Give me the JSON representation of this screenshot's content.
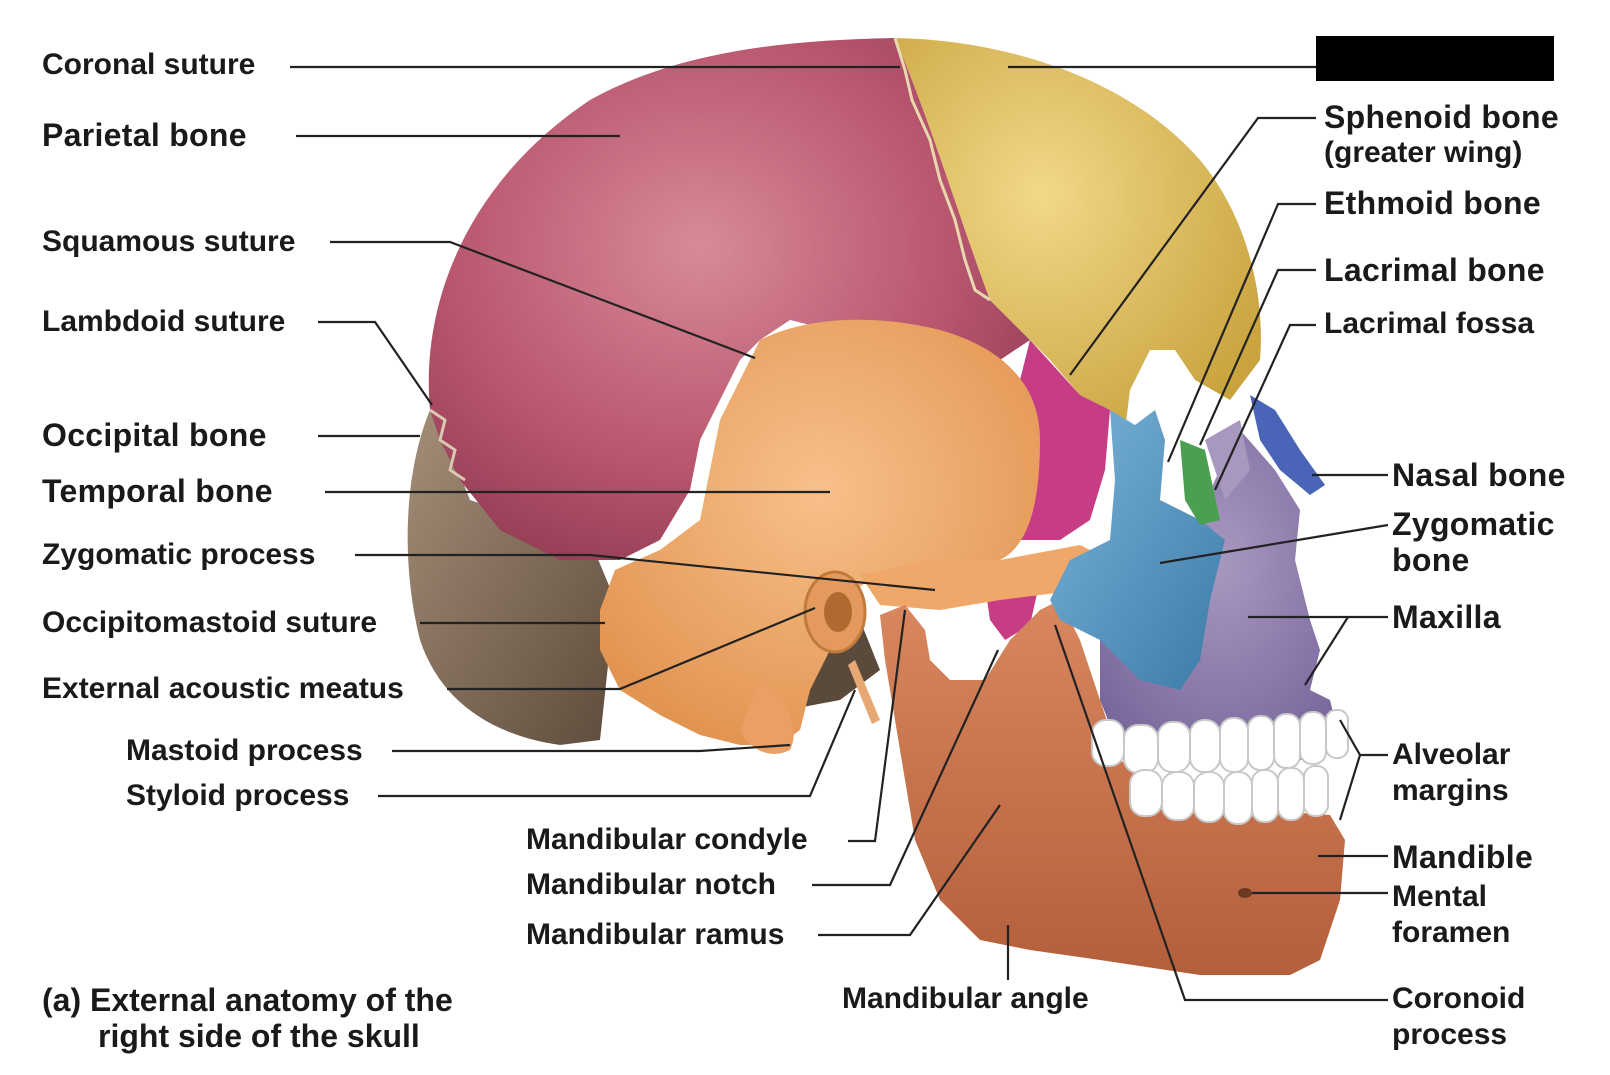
{
  "labels": {
    "coronal_suture": "Coronal suture",
    "parietal_bone": "Parietal bone",
    "squamous_suture": "Squamous suture",
    "lambdoid_suture": "Lambdoid suture",
    "occipital_bone": "Occipital bone",
    "temporal_bone": "Temporal bone",
    "zygomatic_process": "Zygomatic process",
    "occipitomastoid_suture": "Occipitomastoid suture",
    "external_acoustic_meatus": "External acoustic meatus",
    "mastoid_process": "Mastoid process",
    "styloid_process": "Styloid process",
    "mandibular_condyle": "Mandibular condyle",
    "mandibular_notch": "Mandibular notch",
    "mandibular_ramus": "Mandibular ramus",
    "mandibular_angle": "Mandibular angle",
    "sphenoid_bone_line1": "Sphenoid bone",
    "sphenoid_bone_line2": "(greater wing)",
    "ethmoid_bone": "Ethmoid bone",
    "lacrimal_bone": "Lacrimal bone",
    "lacrimal_fossa": "Lacrimal fossa",
    "nasal_bone": "Nasal bone",
    "zygomatic_bone_line1": "Zygomatic",
    "zygomatic_bone_line2": "bone",
    "maxilla": "Maxilla",
    "alveolar_margins_line1": "Alveolar",
    "alveolar_margins_line2": "margins",
    "mandible": "Mandible",
    "mental_foramen_line1": "Mental",
    "mental_foramen_line2": "foramen",
    "coronoid_process_line1": "Coronoid",
    "coronoid_process_line2": "process"
  },
  "caption": {
    "line1": "(a) External anatomy of the",
    "line2": "right side of the skull"
  },
  "colors": {
    "parietal": "#b8566e",
    "frontal": "#d9b85a",
    "occipital": "#8a7560",
    "temporal": "#f0a86a",
    "sphenoid": "#c63d86",
    "zygomatic": "#5a98c2",
    "maxilla": "#8e7ba8",
    "nasal": "#4a64b8",
    "ethmoid": "#4aa050",
    "mandible": "#cc7850",
    "teeth": "#ffffff",
    "leader": "#222222"
  }
}
